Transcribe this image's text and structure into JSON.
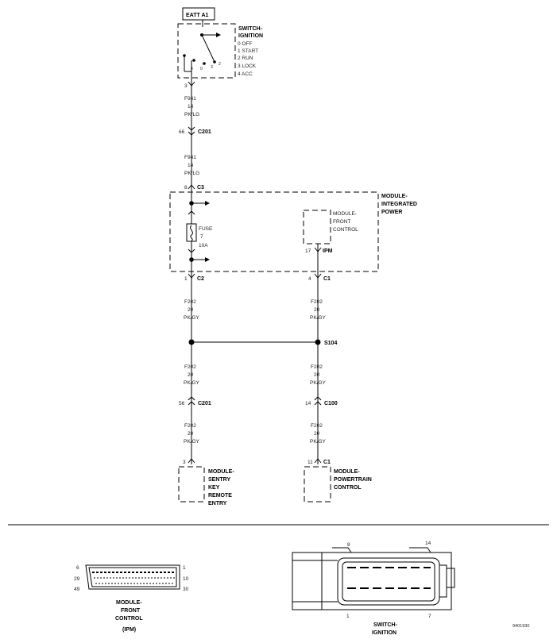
{
  "top_label": "EATT A1",
  "switch_ignition": {
    "title": [
      "SWITCH-",
      "IGNITION"
    ],
    "positions": [
      "0 OFF",
      "1 START",
      "2 RUN",
      "3 LOCK",
      "4 ACC"
    ],
    "pin": "3"
  },
  "wire_f941_a": [
    "F941",
    "14",
    "PK/LG"
  ],
  "c201_a": {
    "pin": "66",
    "name": "C201"
  },
  "wire_f941_b": [
    "F941",
    "14",
    "PK/LG"
  ],
  "c3": {
    "pin": "8",
    "name": "C3"
  },
  "ipm": {
    "title": [
      "MODULE-",
      "INTEGRATED",
      "POWER"
    ],
    "fuse": [
      "FUSE",
      "7",
      "10A"
    ],
    "front_control": [
      "MODULE-",
      "FRONT",
      "CONTROL"
    ],
    "ipm_pin": "17",
    "ipm_label": "IPM"
  },
  "c2": {
    "pin": "1",
    "name": "C2"
  },
  "c1_top": {
    "pin": "4",
    "name": "C1"
  },
  "wire_f202_1": [
    "F202",
    "20",
    "PK/GY"
  ],
  "wire_f202_2": [
    "F202",
    "20",
    "PK/GY"
  ],
  "splice": "S104",
  "wire_f202_3": [
    "F202",
    "20",
    "PK/GY"
  ],
  "wire_f202_4": [
    "F202",
    "20",
    "PK/GY"
  ],
  "c201_b": {
    "pin": "56",
    "name": "C201"
  },
  "c100": {
    "pin": "14",
    "name": "C100"
  },
  "wire_f202_5": [
    "F202",
    "20",
    "PK/GY"
  ],
  "wire_f202_6": [
    "F202",
    "20",
    "PK/GY"
  ],
  "skrem": {
    "pin": "3",
    "title": [
      "MODULE-",
      "SENTRY",
      "KEY",
      "REMOTE",
      "ENTRY"
    ]
  },
  "pcm": {
    "pin": "11",
    "connector": "C1",
    "title": [
      "MODULE-",
      "POWERTRAIN",
      "CONTROL"
    ]
  },
  "connector_fcm": {
    "title": [
      "MODULE-",
      "FRONT",
      "CONTROL",
      "(IPM)"
    ],
    "left_pins": [
      "6",
      "29",
      "49"
    ],
    "right_pins": [
      "1",
      "10",
      "30"
    ]
  },
  "connector_switch": {
    "title": [
      "SWITCH-",
      "IGNITION"
    ],
    "pin_top_left": "8",
    "pin_top_right": "14",
    "pin_bottom_left": "1",
    "pin_bottom_right": "7"
  },
  "figure_id": "9401930"
}
